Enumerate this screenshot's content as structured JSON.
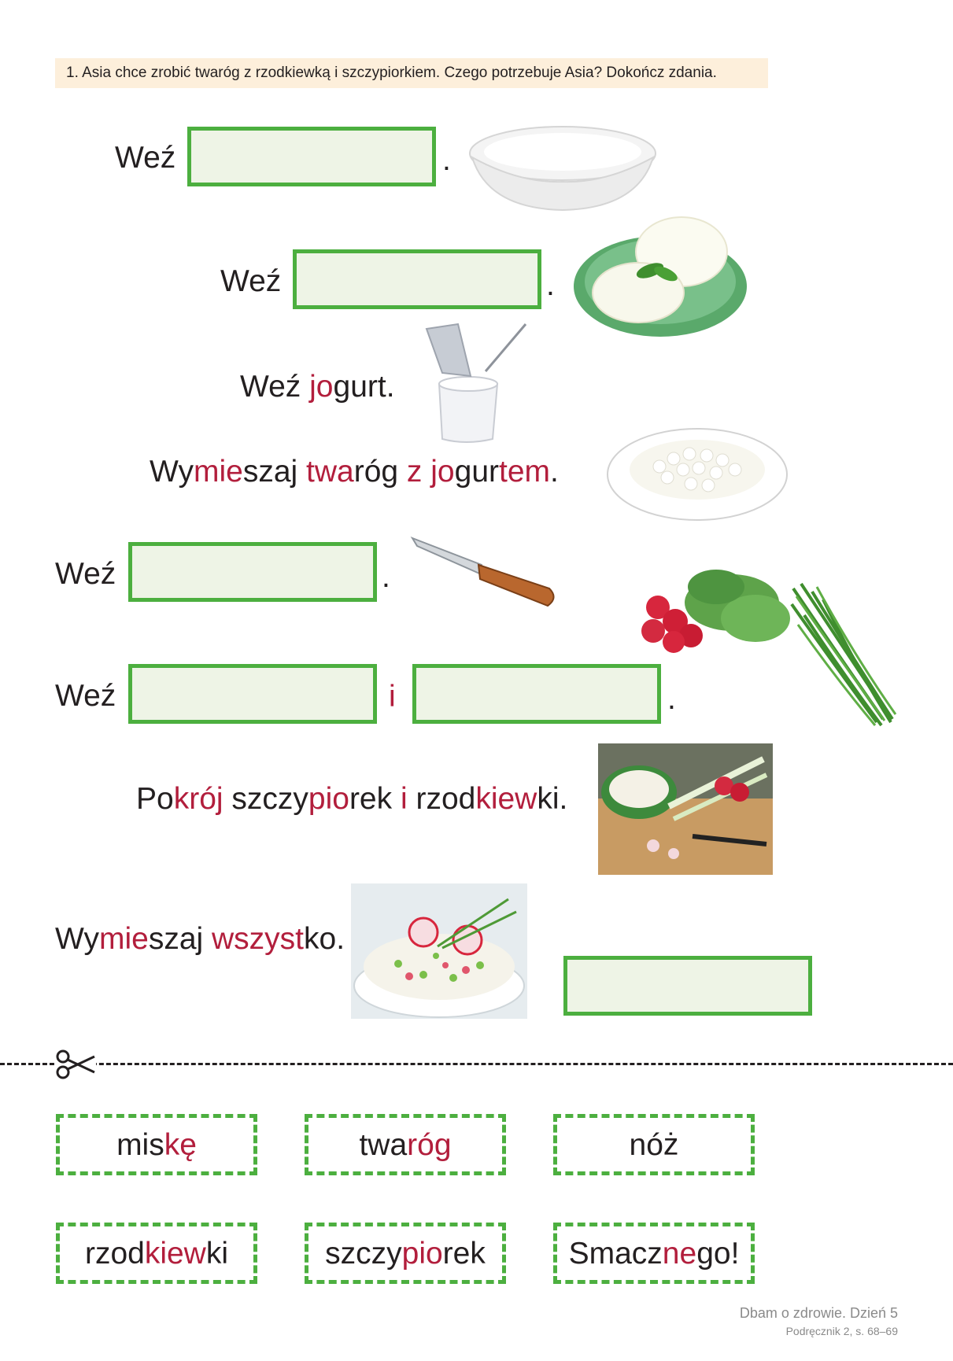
{
  "instruction": "1.  Asia chce zrobić twaróg z rzodkiewką i szczypiorkiem. Czego potrzebuje Asia? Dokończ zdania.",
  "sentences": {
    "s1": {
      "we": "Weź",
      "dot": "."
    },
    "s2": {
      "we": "Weź",
      "dot": "."
    },
    "s3": {
      "a": "Weź ",
      "b": "jo",
      "c": "gurt."
    },
    "s4": {
      "a": "Wy",
      "b": "mie",
      "c": "szaj ",
      "d": "twa",
      "e": "róg ",
      "f": "z ",
      "g": "jo",
      "h": "gur",
      "i": "tem",
      "j": "."
    },
    "s5": {
      "we": "Weź",
      "dot": "."
    },
    "s6": {
      "we": "Weź",
      "i": "i",
      "dot": "."
    },
    "s7": {
      "a": "Po",
      "b": "krój",
      "c": " szczy",
      "d": "pio",
      "e": "rek ",
      "f": "i",
      "g": " rzod",
      "h": "kiew",
      "i": "ki."
    },
    "s8": {
      "a": "Wy",
      "b": "mie",
      "c": "szaj ",
      "d": "wszyst",
      "e": "ko."
    }
  },
  "cards": [
    {
      "parts": [
        "mis",
        "kę"
      ]
    },
    {
      "parts": [
        "twa",
        "róg"
      ]
    },
    {
      "parts": [
        "nóż",
        ""
      ]
    },
    {
      "parts": [
        "rzod",
        "kiew",
        "ki"
      ]
    },
    {
      "parts": [
        "szczy",
        "pio",
        "rek"
      ]
    },
    {
      "parts": [
        "Smacz",
        "ne",
        "go!"
      ]
    }
  ],
  "footer": {
    "title": "Dbam o zdrowie. Dzień 5",
    "ref": "Podręcznik 2, s. 68–69"
  },
  "icons": [
    "bowl-image",
    "cheese-image",
    "yogurt-image",
    "cottage-cheese-image",
    "knife-image",
    "radish-image",
    "chives-image",
    "cutting-board-image",
    "salad-image",
    "scissors-icon"
  ],
  "colors": {
    "green": "#4caf3f",
    "red": "#b21e3c",
    "header_bg": "#fdefdb"
  }
}
